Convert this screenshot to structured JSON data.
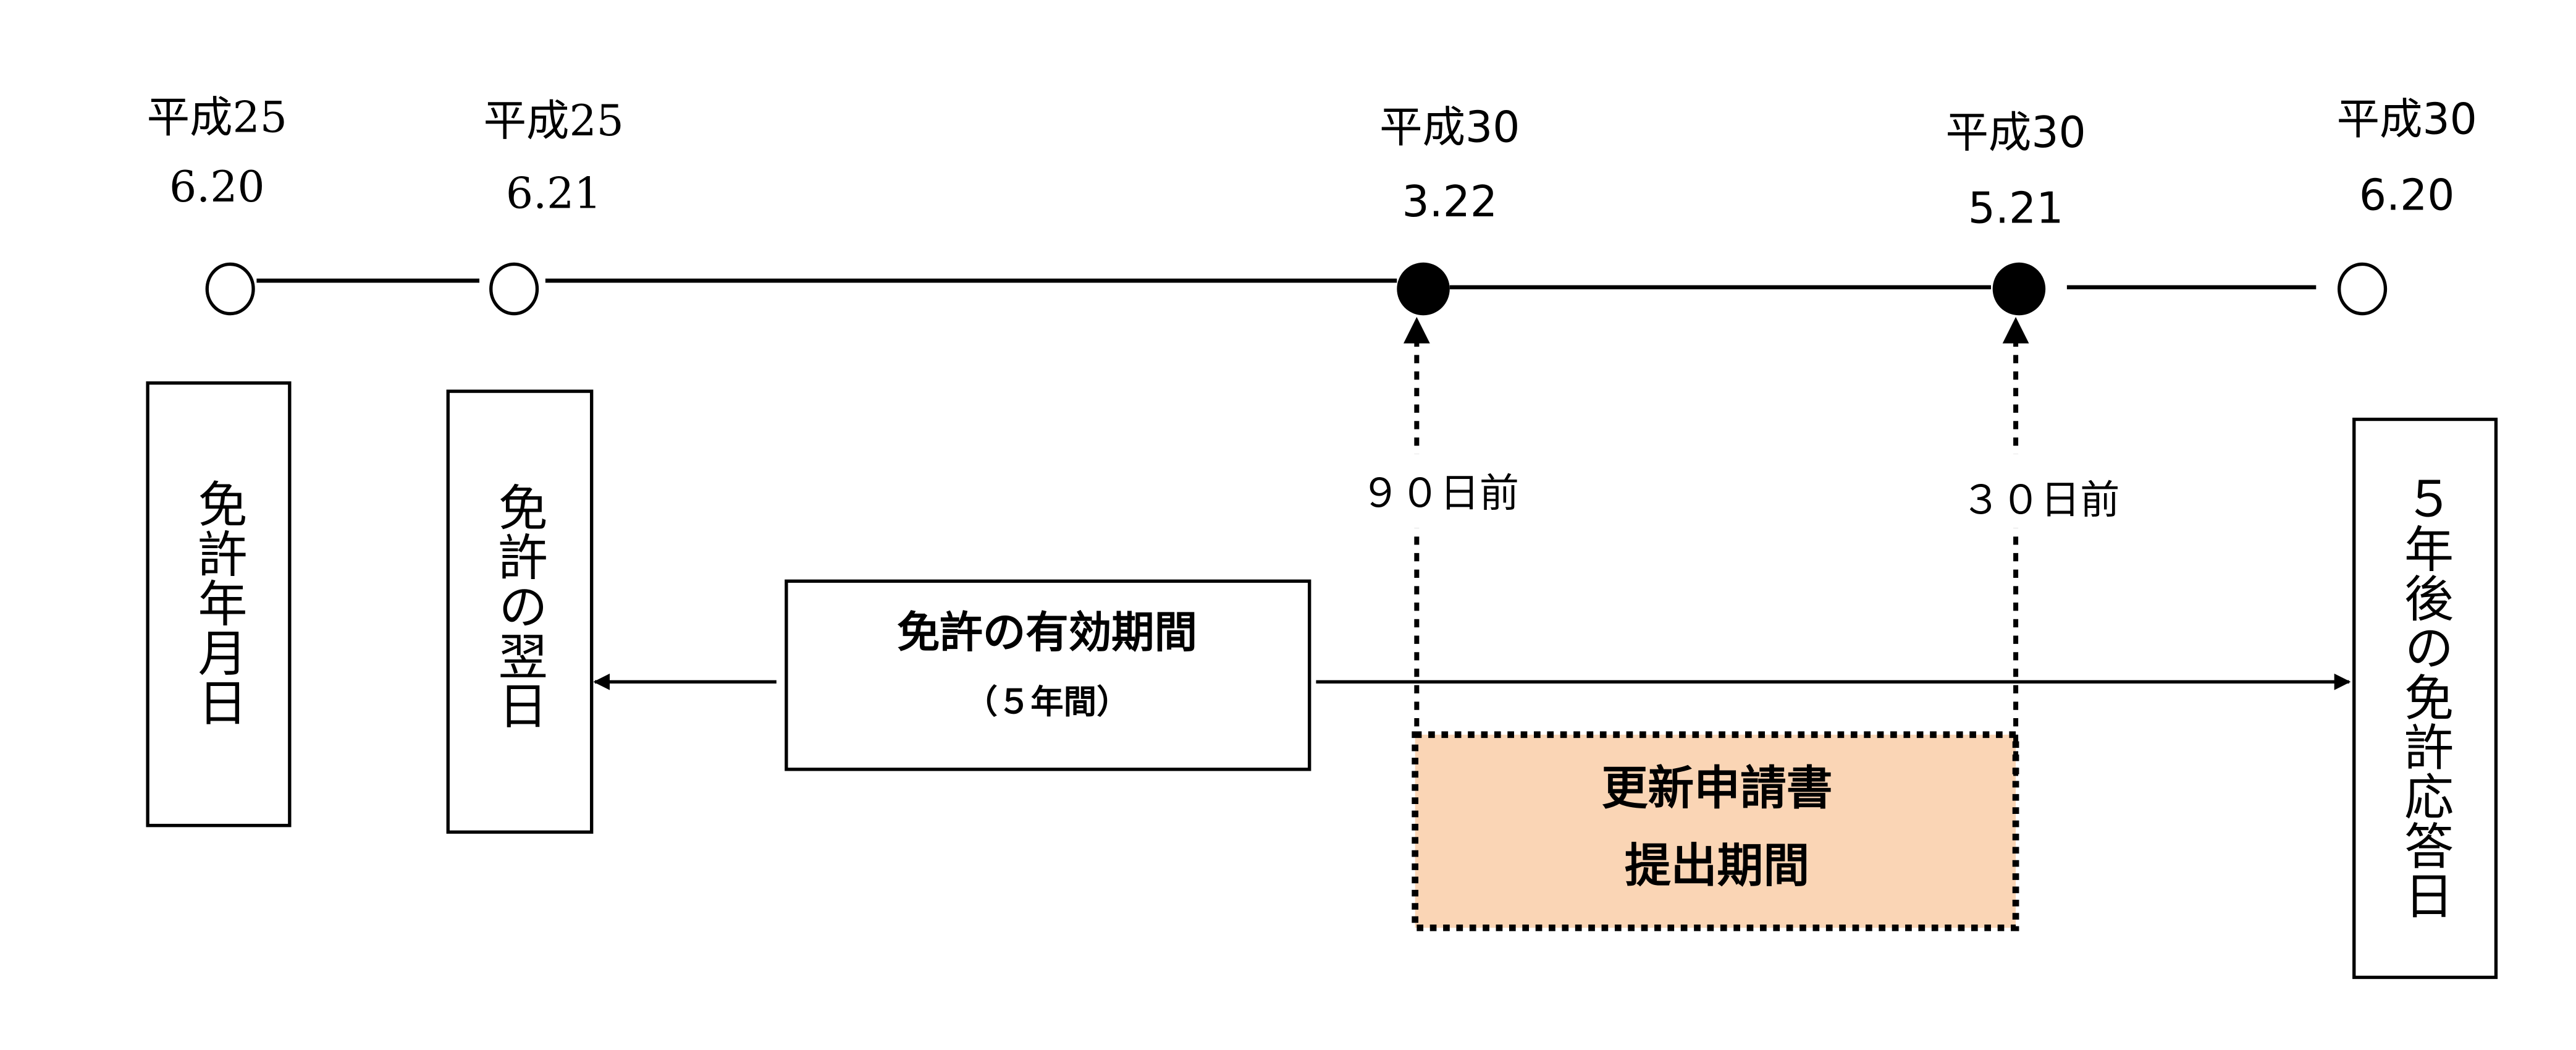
{
  "timeline": [
    {
      "era": "平成25",
      "date": "6.20",
      "marker": "open"
    },
    {
      "era": "平成25",
      "date": "6.21",
      "marker": "open"
    },
    {
      "era": "平成30",
      "date": "3.22",
      "marker": "filled"
    },
    {
      "era": "平成30",
      "date": "5.21",
      "marker": "filled"
    },
    {
      "era": "平成30",
      "date": "6.20",
      "marker": "open"
    }
  ],
  "boxes": {
    "license_date": "免許年月日",
    "next_day": "免許の翌日",
    "anniversary": "５年後の免許応答日"
  },
  "validity": {
    "title": "免許の有効期間",
    "sub": "（５年間）"
  },
  "offsets": {
    "ninety": "９０日前",
    "thirty": "３０日前"
  },
  "submission": {
    "line1": "更新申請書",
    "line2": "提出期間",
    "fill": "#fad5b5"
  }
}
